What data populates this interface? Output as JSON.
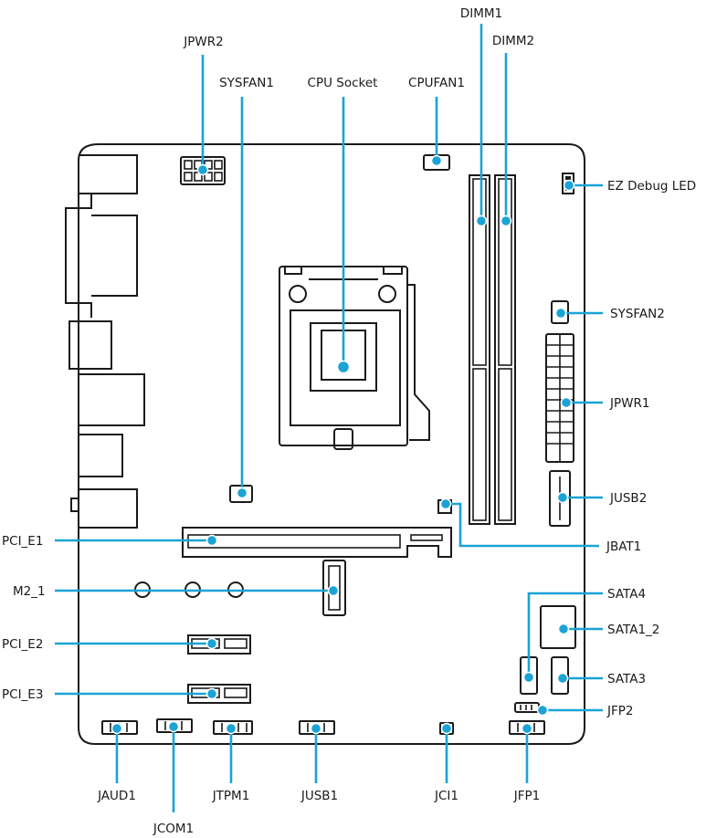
{
  "diagram": {
    "accent_color": "#1aa3d6",
    "line_color": "#1a1a1a",
    "labels": {
      "dimm1": "DIMM1",
      "dimm2": "DIMM2",
      "jpwr2": "JPWR2",
      "sysfan1": "SYSFAN1",
      "cpu_socket": "CPU Socket",
      "cpufan1": "CPUFAN1",
      "ez_debug_led": "EZ Debug LED",
      "sysfan2": "SYSFAN2",
      "jpwr1": "JPWR1",
      "jusb2": "JUSB2",
      "jbat1": "JBAT1",
      "pci_e1": "PCI_E1",
      "m2_1": "M2_1",
      "pci_e2": "PCI_E2",
      "pci_e3": "PCI_E3",
      "sata4": "SATA4",
      "sata1_2": "SATA1_2",
      "sata3": "SATA3",
      "jfp2": "JFP2",
      "jaud1": "JAUD1",
      "jcom1": "JCOM1",
      "jtpm1": "JTPM1",
      "jusb1": "JUSB1",
      "jci1": "JCI1",
      "jfp1": "JFP1"
    }
  }
}
